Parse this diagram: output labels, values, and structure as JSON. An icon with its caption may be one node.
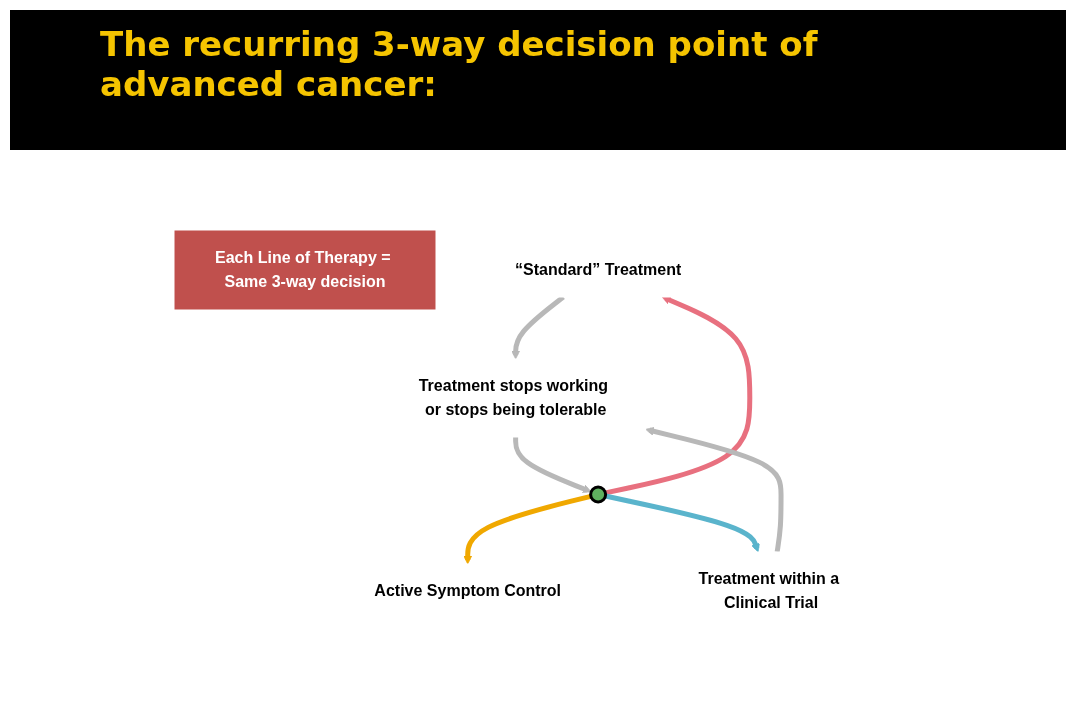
{
  "diagram": {
    "title": "The recurring 3-way decision point of advanced cancer:",
    "nodes": [
      {
        "text": [
          "Each Line of Therapy = Same 3-way decision"
        ]
      },
      {
        "text": [
          "“Standard” Treatment"
        ]
      },
      {
        "text": [
          "Treatment within a Clinical Trial"
        ]
      },
      {
        "text": [
          "Active Symptom Control"
        ]
      },
      {
        "text": [],
        "shape": "star"
      },
      {
        "text": [
          "Treatment stops working or stops being tolerable"
        ]
      }
    ],
    "edges": [
      {
        "from": 4,
        "to": 3,
        "arrow": "to",
        "color": "#f0a800"
      },
      {
        "from": 4,
        "to": 1,
        "arrow": "to",
        "color": "#e8707f"
      },
      {
        "from": 4,
        "to": 2,
        "arrow": "to",
        "color": "#5ab4cc"
      },
      {
        "from": 1,
        "to": 5,
        "arrow": "to"
      },
      {
        "from": 2,
        "to": 5,
        "arrow": "to"
      },
      {
        "from": 5,
        "to": 4,
        "arrow": "to"
      }
    ]
  }
}
